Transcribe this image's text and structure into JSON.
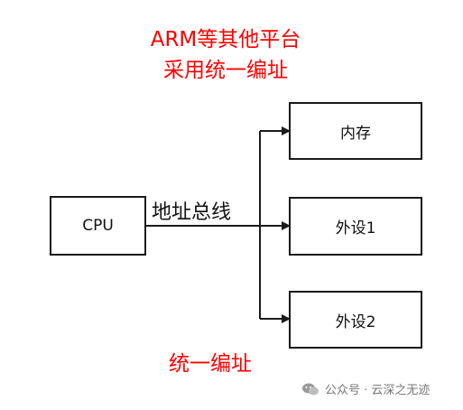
{
  "title": {
    "line1": "ARM等其他平台",
    "line2": "采用统一编址"
  },
  "boxes": {
    "cpu": "CPU",
    "memory": "内存",
    "peripheral1": "外设1",
    "peripheral2": "外设2"
  },
  "bus_label": "地址总线",
  "bottom_note": "统一编址",
  "watermark": "公众号 · 云深之无迹",
  "colors": {
    "accent_red": "#ff0000",
    "line": "#1a1a1a",
    "watermark": "#777777"
  }
}
